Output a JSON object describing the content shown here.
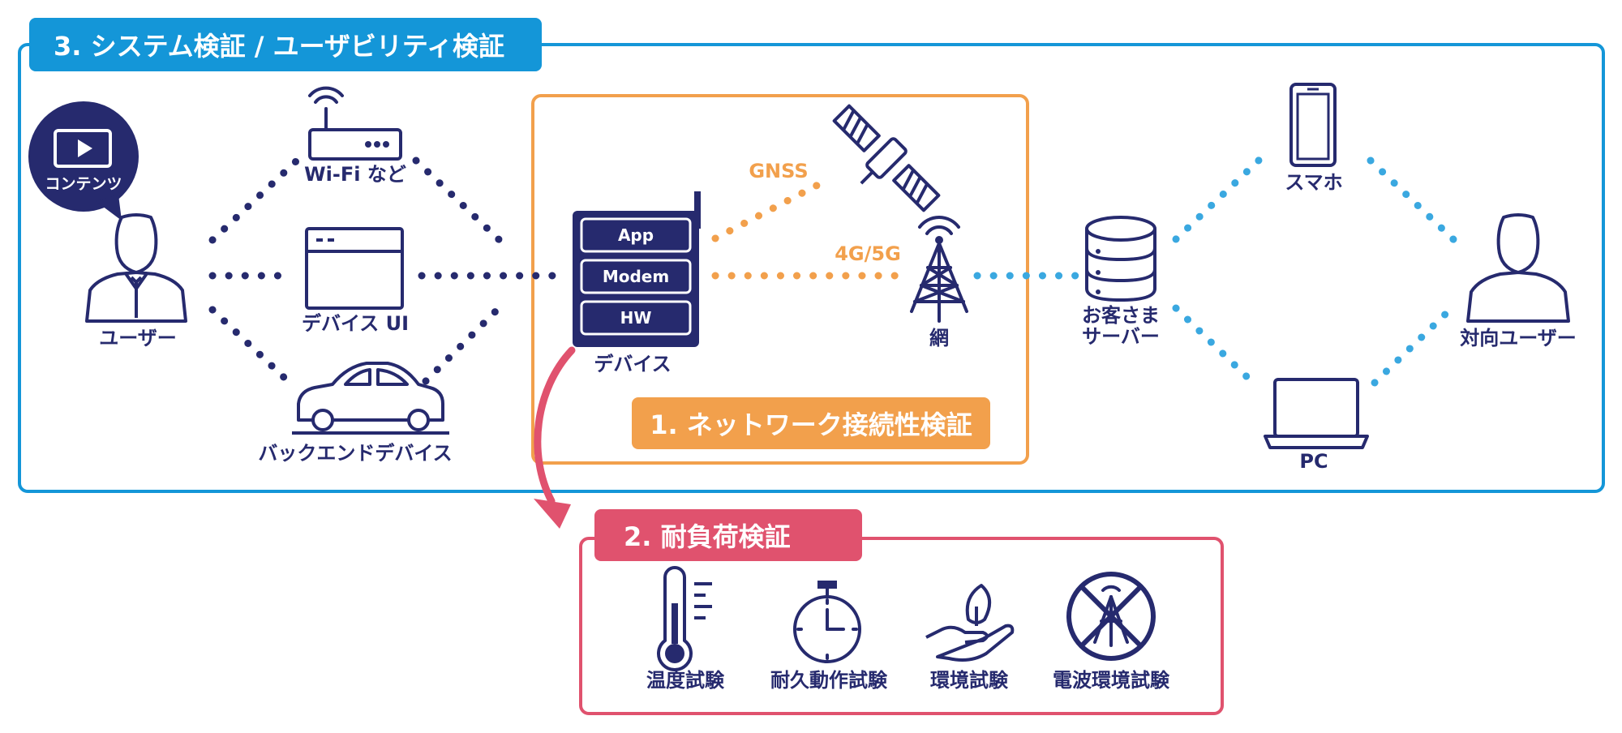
{
  "sections": {
    "system_test": "3. システム検証 / ユーザビリティ検証",
    "network_test": "1. ネットワーク接続性検証",
    "load_test": "2. 耐負荷検証"
  },
  "nodes": {
    "content": "コンテンツ",
    "user": "ユーザー",
    "wifi": "Wi-Fi など",
    "device_ui": "デバイス UI",
    "backend_device": "バックエンドデバイス",
    "device": "デバイス",
    "gnss": "GNSS",
    "cellular": "4G/5G",
    "network": "網",
    "customer_server_line1": "お客さま",
    "customer_server_line2": "サーバー",
    "smartphone": "スマホ",
    "pc": "PC",
    "remote_user": "対向ユーザー"
  },
  "device_stack": [
    "App",
    "Modem",
    "HW"
  ],
  "load_tests": [
    {
      "label": "温度試験",
      "icon": "thermometer-icon"
    },
    {
      "label": "耐久動作試験",
      "icon": "stopwatch-icon"
    },
    {
      "label": "環境試験",
      "icon": "hand-leaf-icon"
    },
    {
      "label": "電波環境試験",
      "icon": "no-signal-tower-icon"
    }
  ],
  "colors": {
    "navy": "#262a6e",
    "blue": "#1496d8",
    "orange": "#f2a04c",
    "red": "#e0526e",
    "sky": "#3aa8e0"
  }
}
